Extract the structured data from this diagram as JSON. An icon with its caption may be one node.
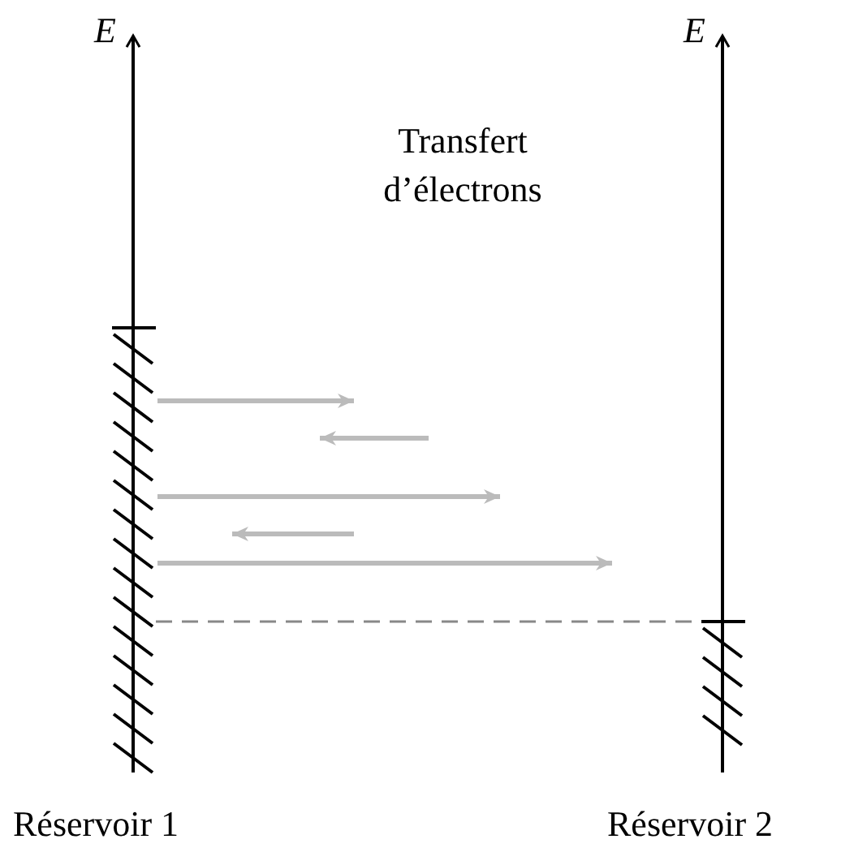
{
  "diagram": {
    "labels": [
      "E",
      "E",
      "Transfert d’électrons",
      "Réservoir 1",
      "Réservoir 2"
    ]
  }
}
